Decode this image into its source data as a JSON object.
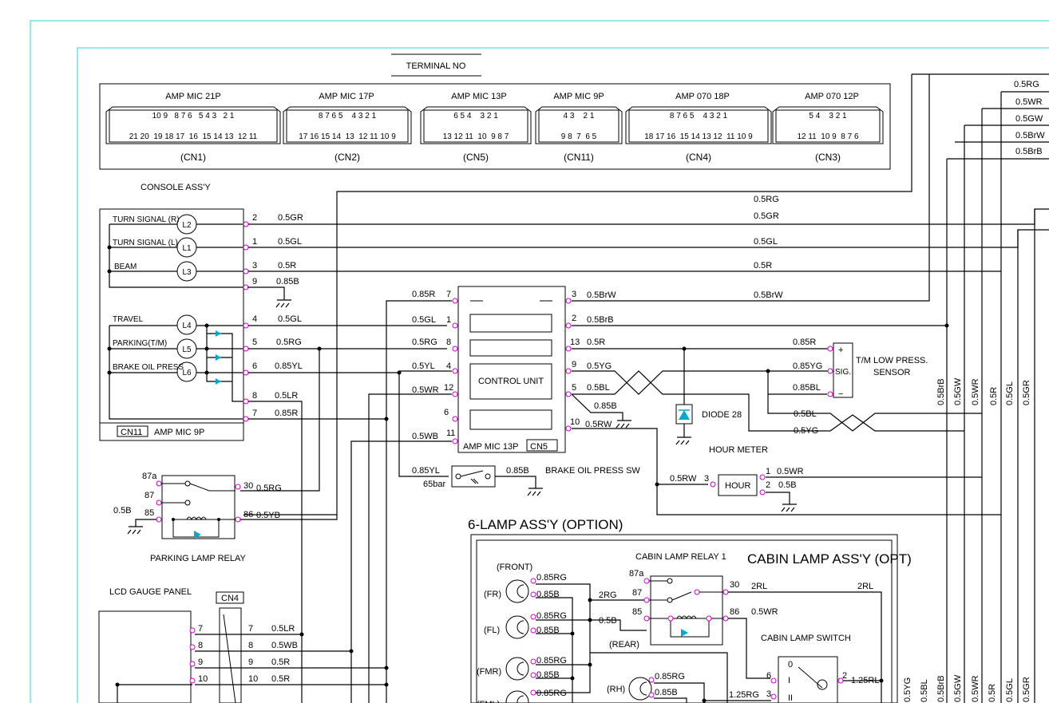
{
  "terminal_header": "TERMINAL NO",
  "connectors": [
    {
      "name": "AMP MIC 21P",
      "top_pins": "10 9   8 7 6   5 4 3   2 1",
      "bottom_pins": "21 20  19 18 17  16  15 14 13  12 11",
      "label": "(CN1)"
    },
    {
      "name": "AMP MIC 17P",
      "top_pins": "8 7 6 5    4 3 2 1",
      "bottom_pins": "17 16 15 14  13  12 11 10 9",
      "label": "(CN2)"
    },
    {
      "name": "AMP MIC 13P",
      "top_pins": "6 5 4    3 2 1",
      "bottom_pins": "13 12 11  10  9 8 7",
      "label": "(CN5)"
    },
    {
      "name": "AMP MIC 9P",
      "top_pins": "4 3    2 1",
      "bottom_pins": "9 8  7  6 5",
      "label": "(CN11)"
    },
    {
      "name": "AMP 070 18P",
      "top_pins": "8 7 6 5    4 3 2 1",
      "bottom_pins": "18 17 16  15 14 13 12  11 10 9",
      "label": "(CN4)"
    },
    {
      "name": "AMP 070 12P",
      "top_pins": "5 4    3 2 1",
      "bottom_pins": "12 11  10 9  8 7 6",
      "label": "(CN3)"
    }
  ],
  "console": {
    "title": "CONSOLE ASS'Y",
    "lamps": [
      {
        "label": "TURN SIGNAL (R)",
        "id": "L2",
        "pin": "2",
        "wire": "0.5GR"
      },
      {
        "label": "TURN SIGNAL (L)",
        "id": "L1",
        "pin": "1",
        "wire": "0.5GL"
      },
      {
        "label": "BEAM",
        "id": "L3",
        "pin": "3",
        "wire": "0.5R"
      },
      {
        "label": "TRAVEL",
        "id": "L4",
        "pin": "4",
        "wire": "0.5GL"
      },
      {
        "label": "PARKING(T/M)",
        "id": "L5",
        "pin": "5",
        "wire": "0.5RG"
      },
      {
        "label": "BRAKE OIL PRESS",
        "id": "L6",
        "pin": "6",
        "wire": "0.85YL"
      }
    ],
    "ground_pin": "9",
    "ground_wire": "0.85B",
    "pin8": "8",
    "pin8_wire": "0.5LR",
    "pin7": "7",
    "pin7_wire": "0.85R",
    "tag": "CN11",
    "tag_text": "AMP MIC 9P"
  },
  "bus_lines": {
    "rg": "0.5RG",
    "gr": "0.5GR",
    "gl": "0.5GL",
    "r": "0.5R",
    "brw": "0.5BrW"
  },
  "right_bus": [
    "0.5RG",
    "0.5WR",
    "0.5GW",
    "0.5BrW",
    "0.5BrB"
  ],
  "vertical_labels": [
    "0.5BrB",
    "0.5GW",
    "0.5WR",
    "0.5R",
    "0.5GL",
    "0.5GR"
  ],
  "bottom_vertical_labels": [
    "0.5YG",
    "0.5BL",
    "0.5BrB",
    "0.5GW",
    "0.5WR",
    "0.5R",
    "0.5GL",
    "0.5GR"
  ],
  "control_unit": {
    "label": "CONTROL UNIT",
    "footer": "AMP MIC 13P",
    "tag": "CN5",
    "left_pins": [
      {
        "pin": "7",
        "wire": "0.85R"
      },
      {
        "pin": "1",
        "wire": "0.5GL"
      },
      {
        "pin": "8",
        "wire": "0.5RG"
      },
      {
        "pin": "4",
        "wire": "0.5YL"
      },
      {
        "pin": "12",
        "wire": "0.5WR"
      },
      {
        "pin": "6",
        "wire": ""
      },
      {
        "pin": "11",
        "wire": "0.5WB"
      }
    ],
    "right_pins": [
      {
        "pin": "3",
        "wire": "0.5BrW"
      },
      {
        "pin": "2",
        "wire": "0.5BrB"
      },
      {
        "pin": "13",
        "wire": "0.5R"
      },
      {
        "pin": "9",
        "wire": "0.5YG"
      },
      {
        "pin": "5",
        "wire": "0.5BL"
      },
      {
        "pin": "10",
        "wire": "0.5RW"
      }
    ],
    "ground_wire": "0.85B"
  },
  "sensor": {
    "label_line1": "T/M LOW PRESS.",
    "label_line2": "SENSOR",
    "plus": "+",
    "sig": "SIG.",
    "minus": "−",
    "wire_plus": "0.85R",
    "wire_sig": "0.85YG",
    "wire_minus": "0.85BL",
    "cross_a": "0.5BL",
    "cross_b": "0.5YG"
  },
  "diode": "DIODE 28",
  "hour_meter": {
    "title": "HOUR METER",
    "label": "HOUR",
    "pin_in": "3",
    "wire_in": "0.5RW",
    "pin1": "1",
    "wire1": "0.5WR",
    "pin2": "2",
    "wire2": "0.5B"
  },
  "brake_switch": {
    "wire_in": "0.85YL",
    "wire_out": "0.85B",
    "pressure": "65bar",
    "label": "BRAKE OIL PRESS SW"
  },
  "parking_relay": {
    "label": "PARKING LAMP RELAY",
    "t87a": "87a",
    "t87": "87",
    "t85": "85",
    "t30": "30",
    "t86": "86",
    "wire_gnd": "0.5B",
    "wire30": "0.5RG",
    "wire86": "0.5YB"
  },
  "six_lamp_title": "6-LAMP ASS'Y (OPTION)",
  "cabin": {
    "title": "CABIN LAMP ASS'Y (OPT)",
    "relay_label": "CABIN LAMP RELAY 1",
    "switch_label": "CABIN LAMP SWITCH",
    "lamps": [
      {
        "id": "(FR)",
        "w1": "0.85RG",
        "w2": "0.85B"
      },
      {
        "id": "(FL)",
        "w1": "0.85RG",
        "w2": "0.85B"
      },
      {
        "id": "(FMR)",
        "w1": "0.85RG",
        "w2": "0.85B"
      },
      {
        "id": "(FML)",
        "w1": "0.85RG",
        "w2": ""
      }
    ],
    "front": "(FRONT)",
    "rear": "(REAR)",
    "rh": "(RH)",
    "rh_w1": "0.85RG",
    "rh_w2": "0.85B",
    "wire_2rg": "2RG",
    "wire_05b": "0.5B",
    "r87a": "87a",
    "r87": "87",
    "r85": "85",
    "r30": "30",
    "r86": "86",
    "wire_2rl": "2RL",
    "wire_2rl_b": "2RL",
    "wire_86": "0.5WR",
    "sw_0": "0",
    "sw_1": "I",
    "sw_2": "II",
    "sw_pin6": "6",
    "sw_pin3": "3",
    "sw_pin2": "2",
    "wire_125rl": "1.25RL",
    "wire_125rg": "1.25RG"
  },
  "lcd": {
    "title": "LCD GAUGE PANEL",
    "tag": "CN4",
    "pins": [
      {
        "pin": "7",
        "wire": "0.5LR"
      },
      {
        "pin": "8",
        "wire": "0.5WB"
      },
      {
        "pin": "9",
        "wire": "0.5R"
      },
      {
        "pin": "10",
        "wire": "0.5R"
      }
    ]
  }
}
